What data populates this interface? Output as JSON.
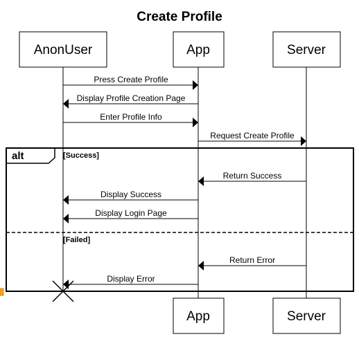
{
  "diagram": {
    "title": "Create Profile",
    "participants": {
      "anon_user": "AnonUser",
      "app": "App",
      "server": "Server"
    },
    "fragment": {
      "operator": "alt",
      "guard_success": "[Success]",
      "guard_failed": "[Failed]"
    },
    "messages": [
      {
        "from": "anon_user",
        "to": "app",
        "label": "Press Create Profile"
      },
      {
        "from": "app",
        "to": "anon_user",
        "label": "Display Profile Creation Page"
      },
      {
        "from": "anon_user",
        "to": "app",
        "label": "Enter Profile Info"
      },
      {
        "from": "app",
        "to": "server",
        "label": "Request Create Profile"
      },
      {
        "from": "server",
        "to": "app",
        "label": "Return Success"
      },
      {
        "from": "app",
        "to": "anon_user",
        "label": "Display Success"
      },
      {
        "from": "app",
        "to": "anon_user",
        "label": "Display Login Page"
      },
      {
        "from": "server",
        "to": "app",
        "label": "Return Error"
      },
      {
        "from": "app",
        "to": "anon_user",
        "label": "Display Error"
      }
    ],
    "destroyed": "anon_user"
  }
}
